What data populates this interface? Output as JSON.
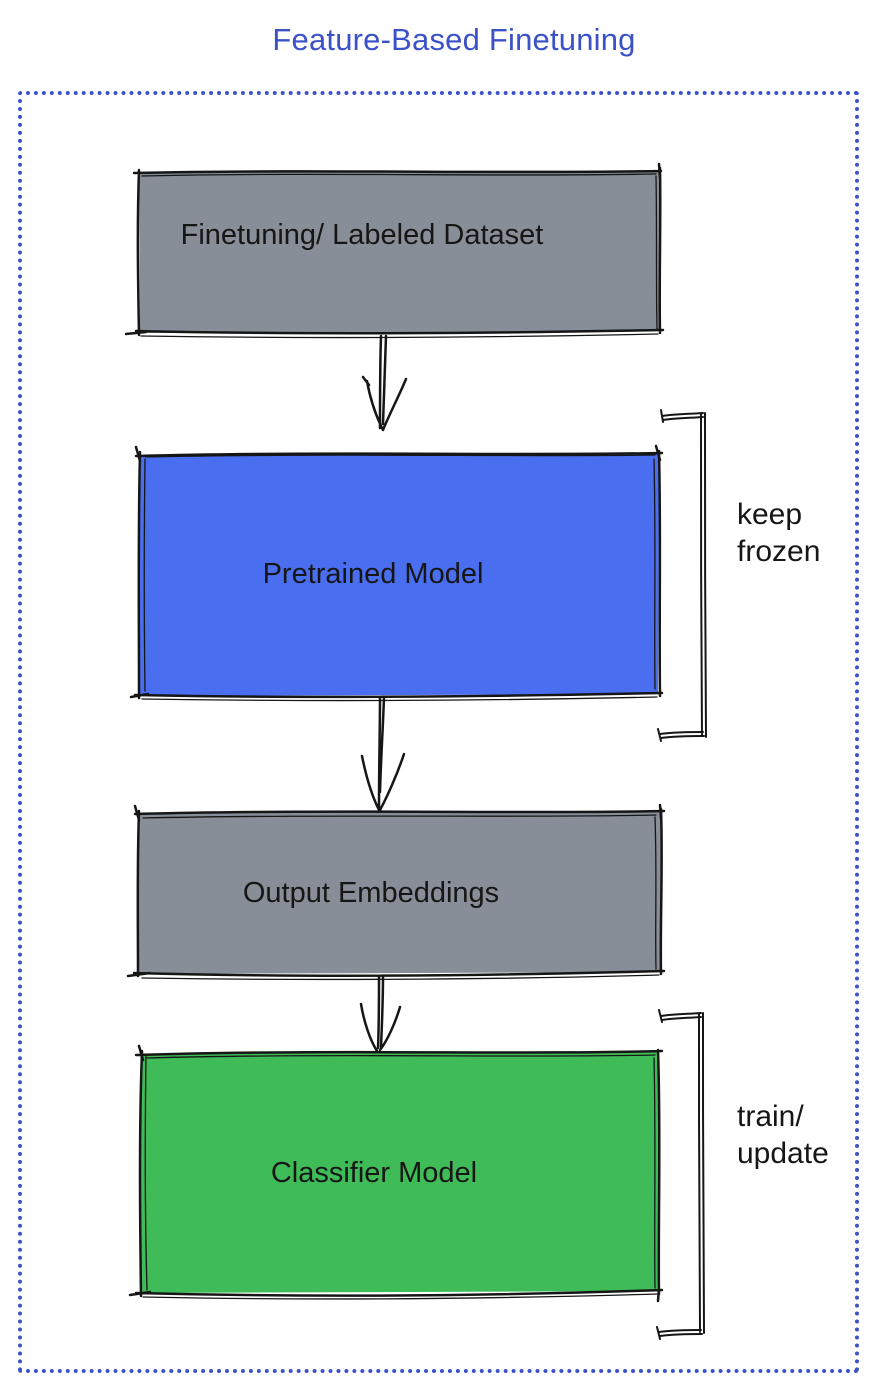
{
  "title": "Feature-Based Finetuning",
  "colors": {
    "accent_blue": "#3B51C8",
    "border_blue": "#3D53CB",
    "ink": "#161616",
    "box_gray": "#878E98",
    "box_blue": "#4A6EF0",
    "box_green": "#3FBC58"
  },
  "boxes": [
    {
      "id": "finetuning-dataset",
      "label": "Finetuning/ Labeled Dataset",
      "fill": "#878E98"
    },
    {
      "id": "pretrained-model",
      "label": "Pretrained Model",
      "fill": "#4A6EF0"
    },
    {
      "id": "output-embeddings",
      "label": "Output Embeddings",
      "fill": "#878E98"
    },
    {
      "id": "classifier-model",
      "label": "Classifier Model",
      "fill": "#3FBC58"
    }
  ],
  "annotations": {
    "keep_frozen": {
      "line1": "keep",
      "line2": "frozen"
    },
    "train_update": {
      "line1": "train/",
      "line2": "update"
    }
  }
}
